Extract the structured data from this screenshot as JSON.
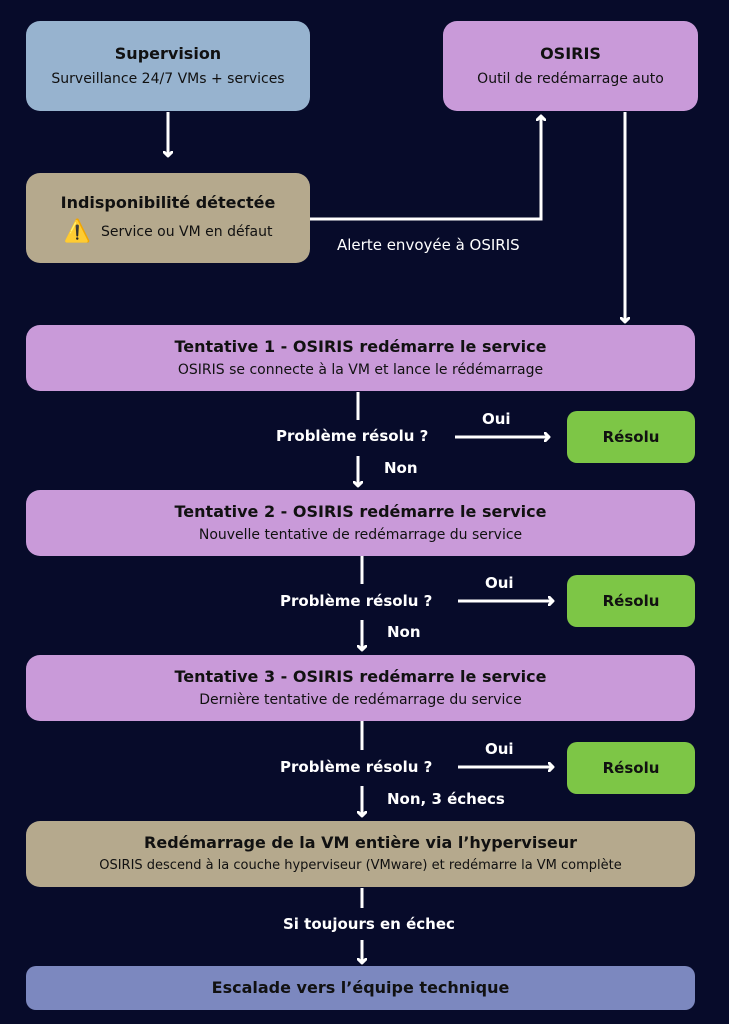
{
  "supervision": {
    "title": "Supervision",
    "subtitle": "Surveillance 24/7 VMs + services"
  },
  "osiris": {
    "title": "OSIRIS",
    "subtitle": "Outil de redémarrage auto"
  },
  "detection": {
    "title": "Indisponibilité détectée",
    "subtitle": "Service ou VM en défaut",
    "icon": "warning-icon"
  },
  "alert_label": "Alerte envoyée à OSIRIS",
  "attempts": [
    {
      "title": "Tentative 1 - OSIRIS redémarre le service",
      "subtitle": "OSIRIS se connecte à la VM et lance le rédémarrage",
      "question": "Problème résolu ?",
      "yes": "Oui",
      "no": "Non",
      "resolved": "Résolu"
    },
    {
      "title": "Tentative 2 - OSIRIS redémarre le service",
      "subtitle": "Nouvelle tentative de redémarrage du service",
      "question": "Problème résolu ?",
      "yes": "Oui",
      "no": "Non",
      "resolved": "Résolu"
    },
    {
      "title": "Tentative 3 - OSIRIS redémarre le service",
      "subtitle": "Dernière tentative de redémarrage du service",
      "question": "Problème résolu ?",
      "yes": "Oui",
      "no": "Non, 3 échecs",
      "resolved": "Résolu"
    }
  ],
  "vm_restart": {
    "title": "Redémarrage de la VM entière via l’hyperviseur",
    "subtitle": "OSIRIS descend à la couche hyperviseur (VMware) et redémarre la VM complète"
  },
  "still_failing": "Si toujours en échec",
  "escalation": {
    "title": "Escalade vers l’équipe technique"
  },
  "colors": {
    "background": "#070b2a",
    "supervision": "#97b3cf",
    "osiris": "#c99ad9",
    "detection": "#b5a98d",
    "resolved": "#7dc646",
    "escalation": "#7c88bf"
  }
}
